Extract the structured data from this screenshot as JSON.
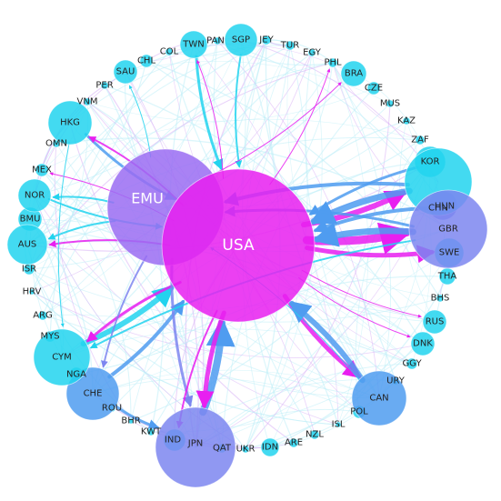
{
  "colors": {
    "background": "#ffffff",
    "cyan": "#22d3ee",
    "blue": "#4f9cf0",
    "periwinkle": "#7c86f0",
    "violet": "#9a6cf2",
    "magenta": "#e81ff0",
    "edge_faint": "#bfeef8"
  },
  "nodes": [
    {
      "id": "USA",
      "label": "USA",
      "color": "magenta"
    },
    {
      "id": "EMU",
      "label": "EMU",
      "color": "violet"
    },
    {
      "id": "GBR",
      "label": "GBR",
      "color": "periwinkle"
    },
    {
      "id": "CHN",
      "label": "CHN",
      "color": "cyan"
    },
    {
      "id": "JPN",
      "label": "JPN",
      "color": "periwinkle"
    },
    {
      "id": "CAN",
      "label": "CAN",
      "color": "blue"
    },
    {
      "id": "CYM",
      "label": "CYM",
      "color": "cyan"
    },
    {
      "id": "CHE",
      "label": "CHE",
      "color": "blue"
    },
    {
      "id": "HKG",
      "label": "HKG",
      "color": "cyan"
    },
    {
      "id": "KOR",
      "label": "KOR",
      "color": "cyan"
    },
    {
      "id": "HUN",
      "label": "HUN",
      "color": "periwinkle"
    },
    {
      "id": "SWE",
      "label": "SWE",
      "color": "cyan"
    },
    {
      "id": "AUS",
      "label": "AUS",
      "color": "cyan"
    },
    {
      "id": "NOR",
      "label": "NOR",
      "color": "cyan"
    },
    {
      "id": "SGP",
      "label": "SGP",
      "color": "cyan"
    },
    {
      "id": "TWN",
      "label": "TWN",
      "color": "cyan"
    },
    {
      "id": "BRA",
      "label": "BRA",
      "color": "cyan"
    },
    {
      "id": "SAU",
      "label": "SAU",
      "color": "cyan"
    },
    {
      "id": "RUS",
      "label": "RUS",
      "color": "cyan"
    },
    {
      "id": "DNK",
      "label": "DNK",
      "color": "cyan"
    },
    {
      "id": "IND",
      "label": "IND",
      "color": "cyan"
    },
    {
      "id": "BMU",
      "label": "BMU",
      "color": "cyan"
    },
    {
      "id": "CHL",
      "label": "CHL",
      "color": "cyan"
    },
    {
      "id": "PAN",
      "label": "PAN",
      "color": "cyan"
    },
    {
      "id": "JEY",
      "label": "JEY",
      "color": "cyan"
    },
    {
      "id": "TUR",
      "label": "TUR",
      "color": "cyan"
    },
    {
      "id": "EGY",
      "label": "EGY",
      "color": "cyan"
    },
    {
      "id": "PHL",
      "label": "PHL",
      "color": "cyan"
    },
    {
      "id": "CZE",
      "label": "CZE",
      "color": "cyan"
    },
    {
      "id": "MUS",
      "label": "MUS",
      "color": "cyan"
    },
    {
      "id": "KAZ",
      "label": "KAZ",
      "color": "cyan"
    },
    {
      "id": "ZAF",
      "label": "ZAF",
      "color": "cyan"
    },
    {
      "id": "THA",
      "label": "THA",
      "color": "cyan"
    },
    {
      "id": "BHS",
      "label": "BHS",
      "color": "cyan"
    },
    {
      "id": "GGY",
      "label": "GGY",
      "color": "cyan"
    },
    {
      "id": "URY",
      "label": "URY",
      "color": "cyan"
    },
    {
      "id": "POL",
      "label": "POL",
      "color": "cyan"
    },
    {
      "id": "ISL",
      "label": "ISL",
      "color": "cyan"
    },
    {
      "id": "NZL",
      "label": "NZL",
      "color": "cyan"
    },
    {
      "id": "ARE",
      "label": "ARE",
      "color": "cyan"
    },
    {
      "id": "IDN",
      "label": "IDN",
      "color": "cyan"
    },
    {
      "id": "UKR",
      "label": "UKR",
      "color": "cyan"
    },
    {
      "id": "QAT",
      "label": "QAT",
      "color": "cyan"
    },
    {
      "id": "KWT",
      "label": "KWT",
      "color": "cyan"
    },
    {
      "id": "BHR",
      "label": "BHR",
      "color": "cyan"
    },
    {
      "id": "ROU",
      "label": "ROU",
      "color": "cyan"
    },
    {
      "id": "NGA",
      "label": "NGA",
      "color": "cyan"
    },
    {
      "id": "MYS",
      "label": "MYS",
      "color": "cyan"
    },
    {
      "id": "ARG",
      "label": "ARG",
      "color": "cyan"
    },
    {
      "id": "HRV",
      "label": "HRV",
      "color": "cyan"
    },
    {
      "id": "ISR",
      "label": "ISR",
      "color": "cyan"
    },
    {
      "id": "MEX",
      "label": "MEX",
      "color": "cyan"
    },
    {
      "id": "OMN",
      "label": "OMN",
      "color": "cyan"
    },
    {
      "id": "VNM",
      "label": "VNM",
      "color": "cyan"
    },
    {
      "id": "PER",
      "label": "PER",
      "color": "cyan"
    },
    {
      "id": "COL",
      "label": "COL",
      "color": "cyan"
    }
  ],
  "edges": [
    {
      "from": "USA",
      "to": "GBR",
      "weight": 9,
      "color": "magenta"
    },
    {
      "from": "USA",
      "to": "CHN",
      "weight": 6,
      "color": "magenta"
    },
    {
      "from": "USA",
      "to": "SWE",
      "weight": 5,
      "color": "magenta"
    },
    {
      "from": "GBR",
      "to": "USA",
      "weight": 7,
      "color": "blue"
    },
    {
      "from": "CHN",
      "to": "USA",
      "weight": 7,
      "color": "blue"
    },
    {
      "from": "CHN",
      "to": "EMU",
      "weight": 4,
      "color": "blue"
    },
    {
      "from": "GBR",
      "to": "EMU",
      "weight": 3,
      "color": "blue"
    },
    {
      "from": "JPN",
      "to": "USA",
      "weight": 8,
      "color": "blue"
    },
    {
      "from": "USA",
      "to": "JPN",
      "weight": 5,
      "color": "magenta"
    },
    {
      "from": "USA",
      "to": "CAN",
      "weight": 5,
      "color": "magenta"
    },
    {
      "from": "CAN",
      "to": "USA",
      "weight": 6,
      "color": "blue"
    },
    {
      "from": "CYM",
      "to": "USA",
      "weight": 6,
      "color": "cyan"
    },
    {
      "from": "USA",
      "to": "CYM",
      "weight": 3,
      "color": "magenta"
    },
    {
      "from": "CHE",
      "to": "USA",
      "weight": 4,
      "color": "blue"
    },
    {
      "from": "HKG",
      "to": "USA",
      "weight": 3,
      "color": "blue"
    },
    {
      "from": "USA",
      "to": "HKG",
      "weight": 2,
      "color": "magenta"
    },
    {
      "from": "TWN",
      "to": "USA",
      "weight": 3,
      "color": "cyan"
    },
    {
      "from": "SGP",
      "to": "USA",
      "weight": 2,
      "color": "cyan"
    },
    {
      "from": "USA",
      "to": "AUS",
      "weight": 2,
      "color": "magenta"
    },
    {
      "from": "NOR",
      "to": "USA",
      "weight": 2,
      "color": "cyan"
    },
    {
      "from": "KOR",
      "to": "USA",
      "weight": 3,
      "color": "blue"
    },
    {
      "from": "HUN",
      "to": "USA",
      "weight": 4,
      "color": "blue"
    },
    {
      "from": "EMU",
      "to": "CHE",
      "weight": 2,
      "color": "periwinkle"
    },
    {
      "from": "EMU",
      "to": "JPN",
      "weight": 3,
      "color": "periwinkle"
    },
    {
      "from": "CHE",
      "to": "JPN",
      "weight": 3,
      "color": "blue"
    },
    {
      "from": "EMU",
      "to": "BRA",
      "weight": 1,
      "color": "magenta"
    },
    {
      "from": "USA",
      "to": "RUS",
      "weight": 1,
      "color": "magenta"
    },
    {
      "from": "USA",
      "to": "DNK",
      "weight": 1,
      "color": "magenta"
    },
    {
      "from": "USA",
      "to": "MEX",
      "weight": 1,
      "color": "magenta"
    },
    {
      "from": "USA",
      "to": "IND",
      "weight": 2,
      "color": "magenta"
    },
    {
      "from": "EMU",
      "to": "SAU",
      "weight": 1,
      "color": "cyan"
    },
    {
      "from": "USA",
      "to": "PHL",
      "weight": 1,
      "color": "magenta"
    },
    {
      "from": "EMU",
      "to": "AUS",
      "weight": 2,
      "color": "cyan"
    },
    {
      "from": "EMU",
      "to": "NOR",
      "weight": 2,
      "color": "cyan"
    },
    {
      "from": "GBR",
      "to": "CYM",
      "weight": 2,
      "color": "cyan"
    },
    {
      "from": "HKG",
      "to": "CYM",
      "weight": 1,
      "color": "cyan"
    },
    {
      "from": "CAN",
      "to": "EMU",
      "weight": 1,
      "color": "cyan"
    },
    {
      "from": "USA",
      "to": "TWN",
      "weight": 1,
      "color": "magenta"
    }
  ]
}
